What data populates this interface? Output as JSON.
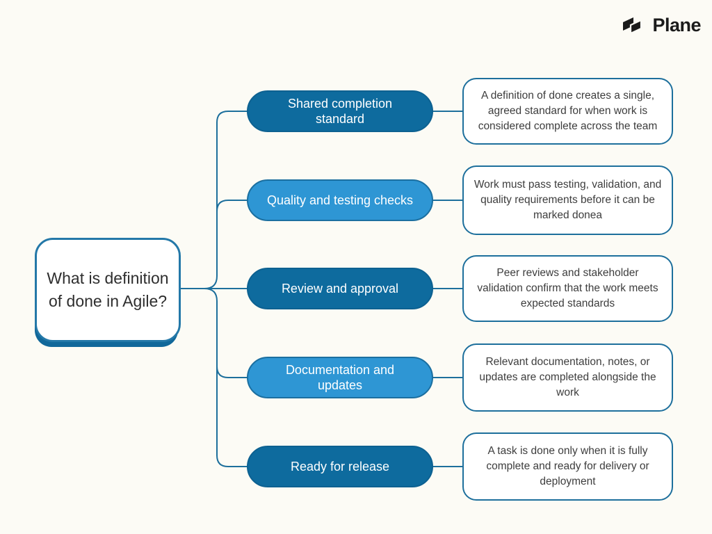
{
  "logo": {
    "text": "Plane",
    "icon": "plane-logo-icon",
    "color": "#1b1b1b"
  },
  "root": {
    "label": "What is definition of done in Agile?"
  },
  "branches": [
    {
      "label": "Shared completion standard",
      "style": "dark",
      "description": "A definition of done creates a single, agreed standard for when work is considered complete across the team"
    },
    {
      "label": "Quality and testing checks",
      "style": "light",
      "description": "Work must pass testing, validation, and quality requirements before it can be marked donea"
    },
    {
      "label": "Review and approval",
      "style": "dark",
      "description": "Peer reviews and stakeholder validation confirm that the work meets expected standards"
    },
    {
      "label": "Documentation and updates",
      "style": "light",
      "description": "Relevant documentation, notes, or updates are completed alongside the work"
    },
    {
      "label": "Ready for release",
      "style": "dark",
      "description": "A task is done only when it is fully complete and ready for delivery or deployment"
    }
  ],
  "colors": {
    "background": "#fcfbf5",
    "dark_pill": "#0e6b9e",
    "light_pill": "#2e96d4",
    "line": "#1d6f9c",
    "box_border": "#1d6f9c",
    "text_dark": "#3d3d3d"
  }
}
